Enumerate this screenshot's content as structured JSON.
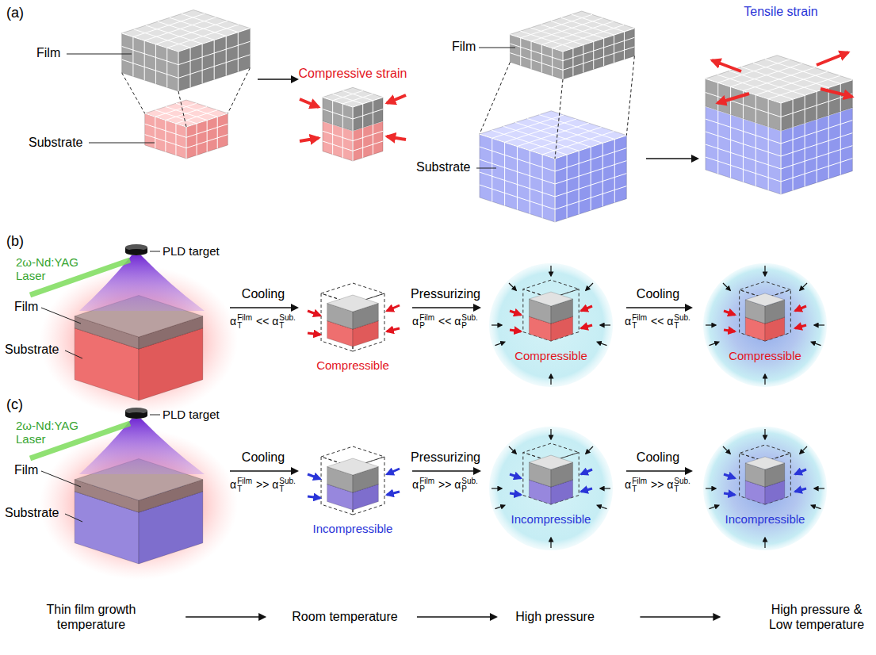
{
  "diagram": {
    "nodes": [
      {
        "text": [
          "Thin film growth temperature"
        ]
      },
      {
        "text": [
          "Room temperature"
        ]
      },
      {
        "text": [
          "High pressure"
        ]
      },
      {
        "text": [
          "High pressure & Low temperature"
        ]
      }
    ],
    "edges": [
      {
        "from": 0,
        "to": 1,
        "arrow": "to"
      },
      {
        "from": 1,
        "to": 2,
        "arrow": "to"
      },
      {
        "from": 2,
        "to": 3,
        "arrow": "to"
      }
    ],
    "labels": [
      "(a)",
      "Film",
      "Substrate",
      "Compressive strain",
      "Film",
      "Substrate",
      "Tensile strain",
      "(b)",
      "2ω-Nd:YAG Laser",
      "PLD target",
      "Film",
      "Substrate",
      "Cooling",
      "αTFilm << αTSub.",
      "Compressible",
      "Pressurizing",
      "αPFilm << αPSub.",
      "Compressible",
      "Cooling",
      "αTFilm << αTSub.",
      "Compressible",
      "(c)",
      "2ω-Nd:YAG Laser",
      "PLD target",
      "Film",
      "Substrate",
      "Cooling",
      "αTFilm >> αTSub.",
      "Incompressible",
      "Pressurizing",
      "αPFilm >> αPSub.",
      "Incompressible",
      "Cooling",
      "αTFilm >> αTSub.",
      "Incompressible"
    ]
  }
}
